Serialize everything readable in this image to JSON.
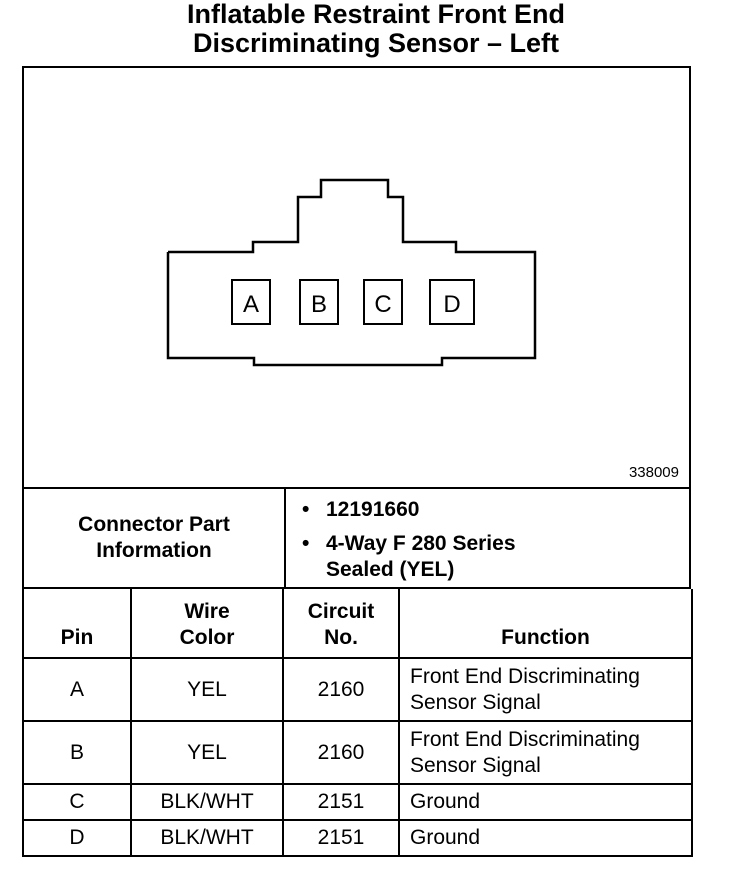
{
  "title": {
    "line1": "Inflatable Restraint Front End",
    "line2": "Discriminating Sensor – Left"
  },
  "diagram": {
    "figure_number": "338009",
    "pin_labels": [
      "A",
      "B",
      "C",
      "D"
    ]
  },
  "connector_info": {
    "label_line1": "Connector Part",
    "label_line2": "Information",
    "items": [
      {
        "lines": [
          "12191660"
        ]
      },
      {
        "lines": [
          "4-Way F 280 Series",
          "Sealed (YEL)"
        ]
      }
    ]
  },
  "table": {
    "headers": {
      "pin": "Pin",
      "wire_line1": "Wire",
      "wire_line2": "Color",
      "circuit_line1": "Circuit",
      "circuit_line2": "No.",
      "function": "Function"
    },
    "rows": [
      {
        "pin": "A",
        "color": "YEL",
        "circuit": "2160",
        "function_line1": "Front End Discriminating",
        "function_line2": "Sensor Signal"
      },
      {
        "pin": "B",
        "color": "YEL",
        "circuit": "2160",
        "function_line1": "Front End Discriminating",
        "function_line2": "Sensor Signal"
      },
      {
        "pin": "C",
        "color": "BLK/WHT",
        "circuit": "2151",
        "function_line1": "Ground",
        "function_line2": ""
      },
      {
        "pin": "D",
        "color": "BLK/WHT",
        "circuit": "2151",
        "function_line1": "Ground",
        "function_line2": ""
      }
    ]
  }
}
